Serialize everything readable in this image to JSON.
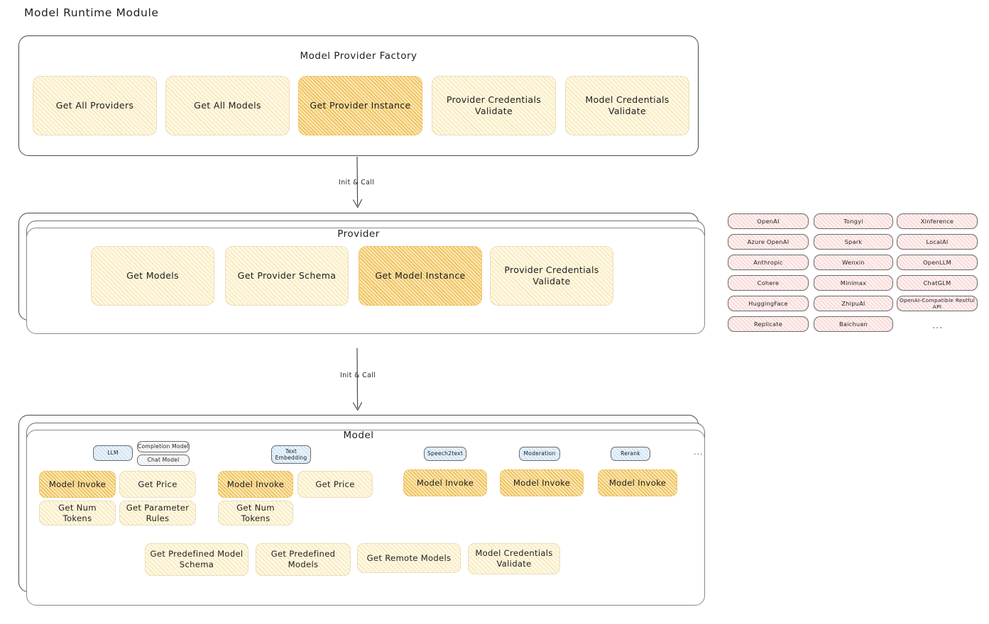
{
  "page": {
    "title": "Model Runtime Module"
  },
  "arrows": [
    {
      "label": "Init & Call"
    },
    {
      "label": "Init & Call"
    }
  ],
  "factory": {
    "title": "Model Provider Factory",
    "items": [
      {
        "label": "Get All Providers",
        "highlight": false
      },
      {
        "label": "Get All Models",
        "highlight": false
      },
      {
        "label": "Get Provider Instance",
        "highlight": true
      },
      {
        "label": "Provider Credentials Validate",
        "highlight": false
      },
      {
        "label": "Model Credentials Validate",
        "highlight": false
      }
    ]
  },
  "provider": {
    "title": "Provider",
    "items": [
      {
        "label": "Get Models",
        "highlight": false
      },
      {
        "label": "Get Provider Schema",
        "highlight": false
      },
      {
        "label": "Get Model Instance",
        "highlight": true
      },
      {
        "label": "Provider Credentials Validate",
        "highlight": false
      }
    ]
  },
  "provider_list": {
    "columns": [
      [
        "OpenAI",
        "Azure OpenAI",
        "Anthropic",
        "Cohere",
        "HuggingFace",
        "Replicate"
      ],
      [
        "Tongyi",
        "Spark",
        "Wenxin",
        "Minimax",
        "ZhipuAI",
        "Baichuan"
      ],
      [
        "Xinference",
        "LocalAI",
        "OpenLLM",
        "ChatGLM",
        "OpenAI-Compatible Restful API"
      ]
    ],
    "more": "..."
  },
  "model": {
    "title": "Model",
    "more": "...",
    "types": [
      {
        "badge": "LLM",
        "badge_style": "blue",
        "sub_badges": [
          "Completion Model",
          "Chat Model"
        ],
        "methods": [
          {
            "label": "Model Invoke",
            "highlight": true
          },
          {
            "label": "Get Price",
            "highlight": false
          },
          {
            "label": "Get Num Tokens",
            "highlight": false
          },
          {
            "label": "Get Parameter Rules",
            "highlight": false
          }
        ]
      },
      {
        "badge": "Text Embedding",
        "badge_style": "blue",
        "sub_badges": [],
        "methods": [
          {
            "label": "Model Invoke",
            "highlight": true
          },
          {
            "label": "Get Price",
            "highlight": false
          },
          {
            "label": "Get Num Tokens",
            "highlight": false
          }
        ]
      },
      {
        "badge": "Speech2text",
        "badge_style": "blue",
        "sub_badges": [],
        "methods": [
          {
            "label": "Model Invoke",
            "highlight": true
          }
        ]
      },
      {
        "badge": "Moderation",
        "badge_style": "blue",
        "sub_badges": [],
        "methods": [
          {
            "label": "Model Invoke",
            "highlight": true
          }
        ]
      },
      {
        "badge": "Rerank",
        "badge_style": "blue",
        "sub_badges": [],
        "methods": [
          {
            "label": "Model Invoke",
            "highlight": true
          }
        ]
      }
    ],
    "shared_methods": [
      {
        "label": "Get Predefined Model Schema"
      },
      {
        "label": "Get Predefined Models"
      },
      {
        "label": "Get Remote Models"
      },
      {
        "label": "Model Credentials Validate"
      }
    ]
  },
  "colors": {
    "highlight_fill": "#fbe6b2",
    "soft_fill": "#fdf8e6",
    "provider_chip_fill": "#fdf0ef",
    "badge_fill": "#e8f2fb",
    "stroke": "#1e1e1e"
  }
}
